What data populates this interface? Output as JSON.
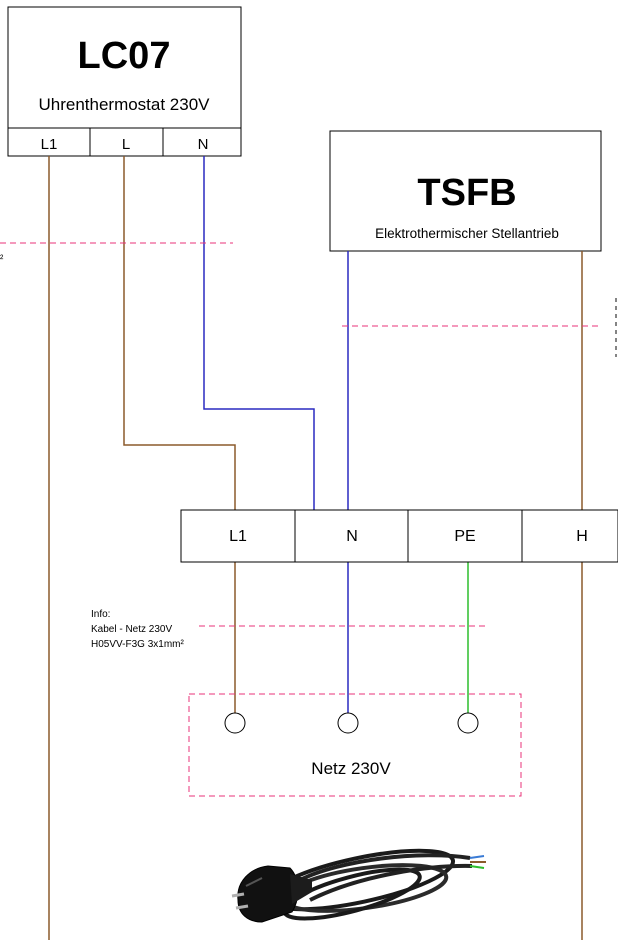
{
  "thermostat": {
    "model": "LC07",
    "description": "Uhrenthermostat 230V",
    "terminals": [
      "L1",
      "L",
      "N"
    ]
  },
  "actuator": {
    "model": "TSFB",
    "description": "Elektrothermischer Stellantrieb"
  },
  "terminal_block": {
    "labels": [
      "L1",
      "N",
      "PE",
      "H"
    ]
  },
  "left_note_fragment": "²",
  "info_note": {
    "lines": [
      "Info:",
      "Kabel - Netz 230V",
      "H05VV-F3G 3x1mm²"
    ]
  },
  "supply": {
    "label": "Netz 230V"
  },
  "colors": {
    "phase_wire": "#8B5A2B",
    "neutral_wire": "#2A2AC0",
    "earth_wire": "#2DBE2D",
    "dashed_marker": "#E8337A",
    "box_border": "#000000"
  },
  "icons": {
    "plug": "power-plug-cable-icon"
  }
}
